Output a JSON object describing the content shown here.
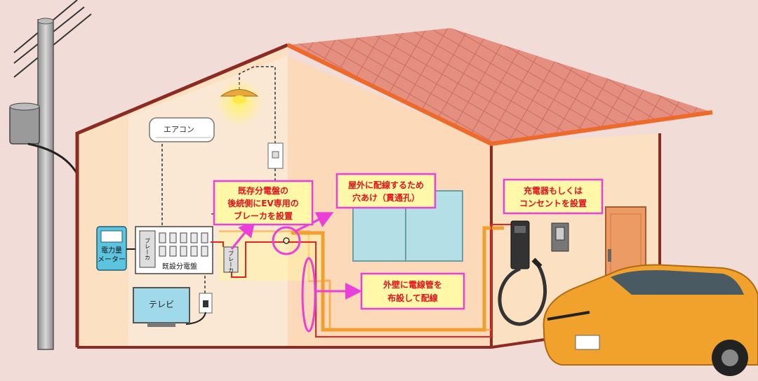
{
  "labels": {
    "aircon": "エアコン",
    "meter_line1": "電力量",
    "meter_line2": "メーター",
    "breaker_vertical": "ブレーカ",
    "breaker_small": "ブレーカ",
    "panel": "既設分電盤",
    "tv": "テレビ"
  },
  "callouts": {
    "breaker_add": [
      "既存分電盤の",
      "後続側にEV専用の",
      "ブレーカを設置"
    ],
    "hole": [
      "屋外に配線するため",
      "穴あけ（貫通孔）"
    ],
    "conduit": [
      "外壁に電線管を",
      "布設して配線"
    ],
    "charger": [
      "充電器もしくは",
      "コンセントを設置"
    ]
  },
  "colors": {
    "background": "#f1dcd8",
    "wall": "#fce0c2",
    "roof": "#e58f80",
    "roof_edge": "#ee6a2a",
    "wiring": "#e8241f",
    "conduit": "#f0a030",
    "callout_border": "#ea3fd8",
    "callout_fill": "#fff8a8",
    "callout_text": "#e2141a",
    "car": "#f0a22c"
  }
}
